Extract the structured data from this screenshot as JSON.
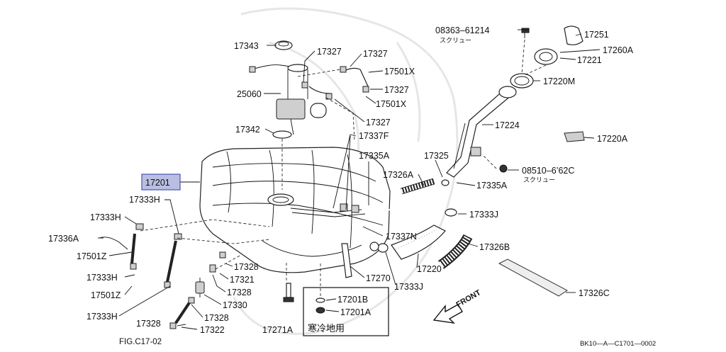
{
  "labels": {
    "p17343": "17343",
    "p17327_a": "17327",
    "p17327_b": "17327",
    "p17501x_a": "17501X",
    "p25060": "25060",
    "p17327_c": "17327",
    "p17501x_b": "17501X",
    "p17327_d": "17327",
    "p17342": "17342",
    "p17337f": "17337F",
    "p17335a_a": "17335A",
    "p17325": "17325",
    "p17326a": "17326A",
    "p17201": "17201",
    "p17333h_a": "17333H",
    "p17333h_b": "17333H",
    "p17336a": "17336A",
    "p17501z_a": "17501Z",
    "p17333h_c": "17333H",
    "p17501z_b": "17501Z",
    "p17333h_d": "17333H",
    "p17328_a": "17328",
    "p17321": "17321",
    "p17328_b": "17328",
    "p17330": "17330",
    "p17328_c": "17328",
    "p17328_d": "17328",
    "p17322": "17322",
    "p17271a": "17271A",
    "p17201b": "17201B",
    "p17201a": "17201A",
    "p17270": "17270",
    "p17333j_a": "17333J",
    "p17333j_b": "17333J",
    "p17337n": "17337N",
    "p17220": "17220",
    "p17326b": "17326B",
    "p17335a_b": "17335A",
    "p17326c": "17326C",
    "p08363": "08363–61214",
    "p17251": "17251",
    "p17260a": "17260A",
    "p17221": "17221",
    "p17220m": "17220M",
    "p17224": "17224",
    "p17220a": "17220A",
    "p08510": "08510–6’62C"
  },
  "japanese": {
    "screw_1": "スクリュー",
    "screw_2": "スクリュー",
    "cold_region": "寒冷地用"
  },
  "misc": {
    "front": "FRONT",
    "fig_ref": "FIG.C17-02",
    "diagram_code": "BK10—A—C1701—0002"
  },
  "colors": {
    "highlight_fill": "#b9bfe3",
    "highlight_stroke": "#4b56a8"
  }
}
